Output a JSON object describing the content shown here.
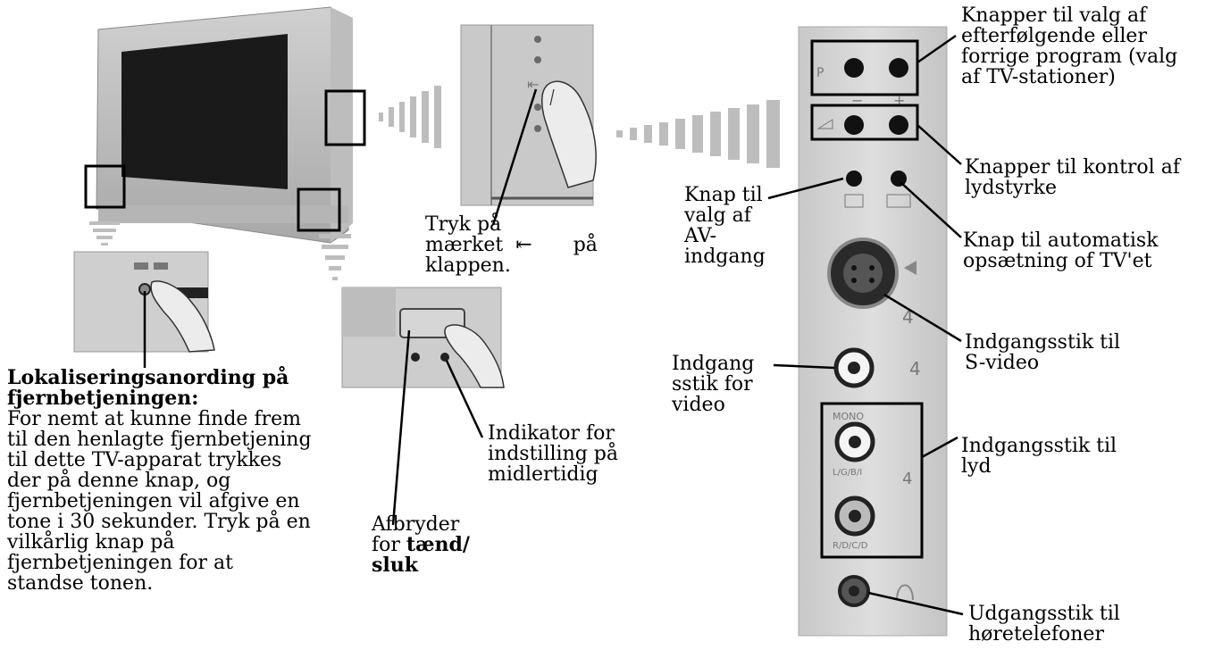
{
  "labels": {
    "program": [
      "Knapper til valg af",
      "efterfølgende eller",
      "forrige program (valg",
      "af TV-stationer)"
    ],
    "volume": [
      "Knapper til kontrol af",
      "lydstyrke"
    ],
    "av_select": [
      "Knap til",
      "valg af",
      "AV-",
      "indgang"
    ],
    "auto_setup": [
      "Knap til automatisk",
      "opsætning of TV'et"
    ],
    "svideo": [
      "Indgangsstik til",
      "S-video"
    ],
    "video_in": [
      "Indgang",
      "sstik for",
      "video"
    ],
    "audio_in": [
      "Indgangsstik til",
      "lyd"
    ],
    "headphones": [
      "Udgangsstik til",
      "høretelefoner"
    ],
    "press_mark": [
      "Tryk på",
      "mærket",
      "klappen."
    ],
    "press_mark_symbol": "⇤",
    "press_mark_on": "på",
    "indicator": [
      "Indikator for",
      "indstilling på",
      "midlertidig"
    ],
    "power_switch": [
      "Afbryder",
      "for",
      "tænd/",
      "sluk"
    ],
    "locator_title": [
      "Lokaliseringsanording på",
      "fjernbetjeningen:"
    ],
    "locator_body": [
      "For nemt at kunne finde frem",
      "til den henlagte fjernbetjening",
      "til dette TV-apparat trykkes",
      "der på denne knap, og",
      "fjernbetjeningen vil afgive en",
      "tone i 30 sekunder. Tryk på en",
      "vilkårlig knap på",
      "fjernbetjeningen for at",
      "standse tonen."
    ]
  },
  "panel_marks": {
    "p": "P",
    "minus": "−",
    "plus": "+",
    "svideo_num": "4",
    "video_num": "4",
    "audio_num": "4",
    "mono": "MONO",
    "left": "L/G/B/I",
    "right": "R/D/C/D"
  }
}
